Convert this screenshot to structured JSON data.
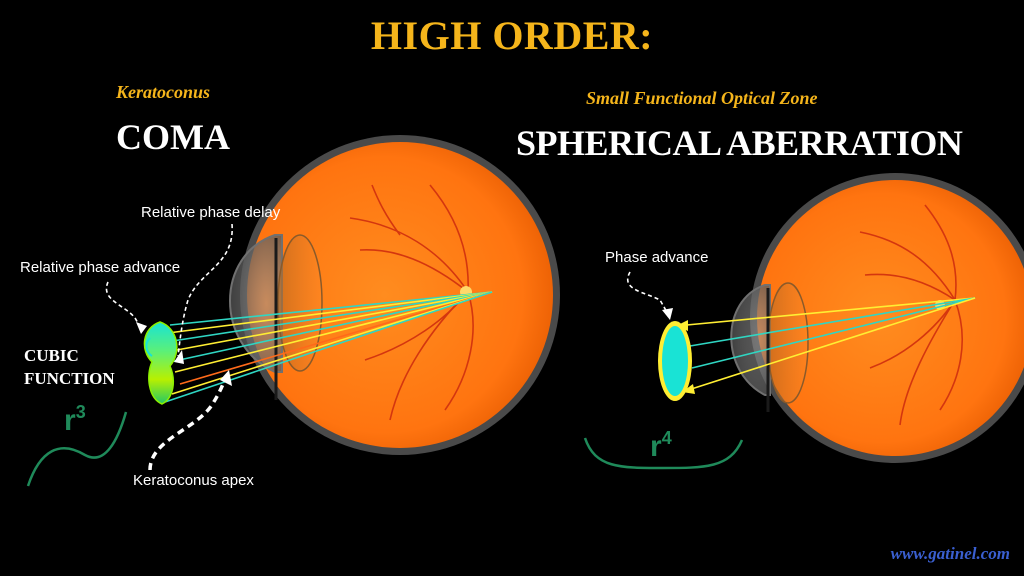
{
  "title": "HIGH ORDER:",
  "left": {
    "subtitle": "Keratoconus",
    "heading": "COMA",
    "label_delay": "Relative phase delay",
    "label_advance": "Relative phase advance",
    "label_apex": "Keratoconus apex",
    "function_line1": "CUBIC",
    "function_line2": "FUNCTION",
    "power_base": "r",
    "power_exp": "3"
  },
  "right": {
    "subtitle": "Small Functional Optical Zone",
    "heading": "SPHERICAL ABERRATION",
    "label_phase": "Phase advance",
    "power_base": "r",
    "power_exp": "4"
  },
  "website": "www.gatinel.com",
  "colors": {
    "title": "#f5b51b",
    "eyeball": "#ff7a0f",
    "ray_yellow": "#ffee33",
    "ray_cyan": "#2fd6c3",
    "ray_orange": "#ff6a1a",
    "formula": "#1f8a5a",
    "wavefront_green": "#8cf000",
    "wavefront_cyan": "#19e3d5",
    "website": "#3a5fd0"
  }
}
